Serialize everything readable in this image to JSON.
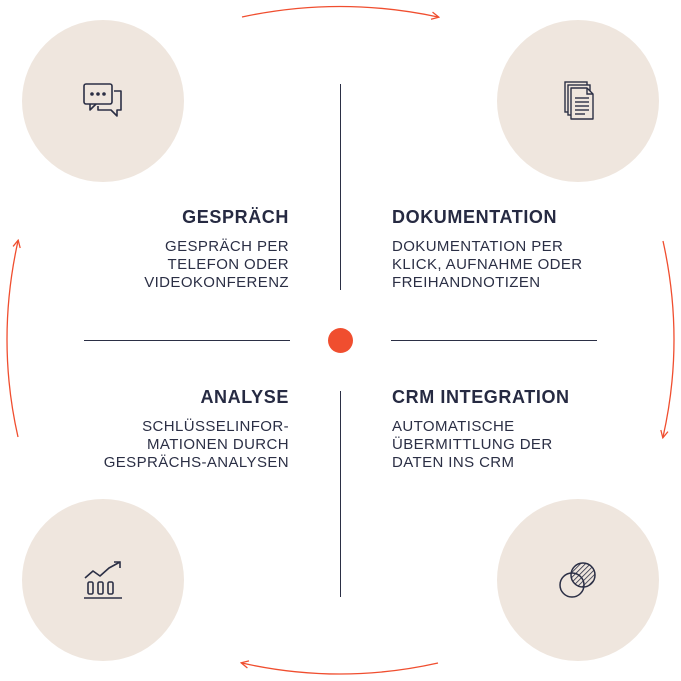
{
  "steps": {
    "top_left": {
      "icon": "chat-bubbles-icon",
      "title": "GESPRÄCH",
      "lines": [
        "GESPRÄCH PER",
        "TELEFON ODER",
        "VIDEOKONFERENZ"
      ]
    },
    "top_right": {
      "icon": "documents-icon",
      "title": "DOKUMENTATION",
      "lines": [
        "DOKUMENTATION PER",
        "KLICK, AUFNAHME ODER",
        "FREIHANDNOTIZEN"
      ]
    },
    "bottom_left": {
      "icon": "growth-chart-icon",
      "title": "ANALYSE",
      "lines": [
        "SCHLÜSSELINFOR-",
        "MATIONEN DURCH",
        "GESPRÄCHS-ANALYSEN"
      ]
    },
    "bottom_right": {
      "icon": "overlapping-circles-icon",
      "title": "CRM INTEGRATION",
      "lines": [
        "AUTOMATISCHE",
        "ÜBERMITTLUNG DER",
        "DATEN INS CRM"
      ]
    }
  },
  "colors": {
    "accent": "#f04e2f",
    "circle_fill": "#efe6de",
    "text": "#2b2f45"
  }
}
